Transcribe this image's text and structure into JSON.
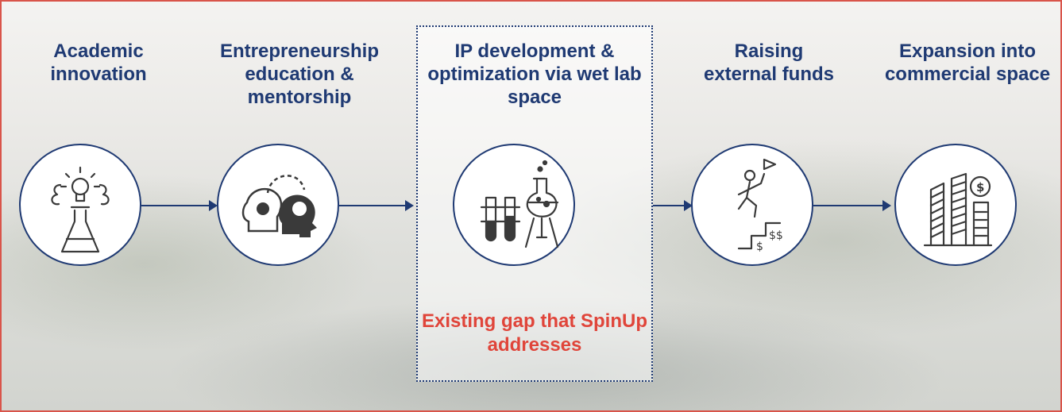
{
  "steps": [
    {
      "label": "Academic innovation",
      "icon": "lightbulb-flask-icon"
    },
    {
      "label": "Entrepreneurship education & mentorship",
      "icon": "mentor-heads-icon"
    },
    {
      "label": "IP development & optimization via wet lab space",
      "icon": "lab-glassware-icon"
    },
    {
      "label": "Raising external funds",
      "icon": "climbing-funds-icon"
    },
    {
      "label": "Expansion into commercial space",
      "icon": "commercial-buildings-icon"
    }
  ],
  "gap_note": "Existing gap that SpinUp addresses",
  "colors": {
    "primary": "#1f3a73",
    "accent": "#e0453a",
    "border": "#d9544a"
  }
}
